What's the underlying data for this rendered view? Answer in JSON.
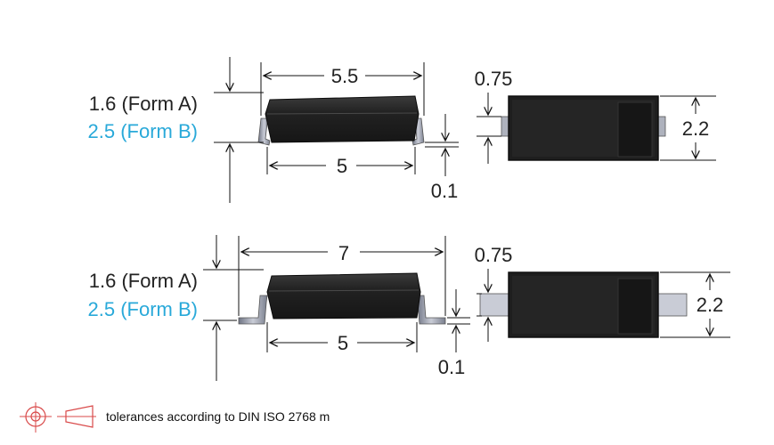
{
  "colors": {
    "dimension_line": "#111111",
    "body_dark": "#1c1c1c",
    "body_light": "#3a3a3a",
    "lead": "#8a8fa0",
    "form_a_text": "#222222",
    "form_b_text": "#29a9d9",
    "tolerance_symbol": "#d94a4a"
  },
  "top_package": {
    "height_form_a": "1.6 (Form A)",
    "height_form_b": "2.5 (Form B)",
    "overall_length": "5.5",
    "body_length": "5",
    "standoff": "0.1",
    "lead_width": "0.75",
    "body_width": "2.2"
  },
  "bottom_package": {
    "height_form_a": "1.6 (Form A)",
    "height_form_b": "2.5 (Form B)",
    "overall_length": "7",
    "body_length": "5",
    "standoff": "0.1",
    "lead_width": "0.75",
    "body_width": "2.2"
  },
  "footer": {
    "tolerance_note": "tolerances according to DIN ISO 2768 m",
    "projection_icon": "first-angle-projection-icon"
  }
}
